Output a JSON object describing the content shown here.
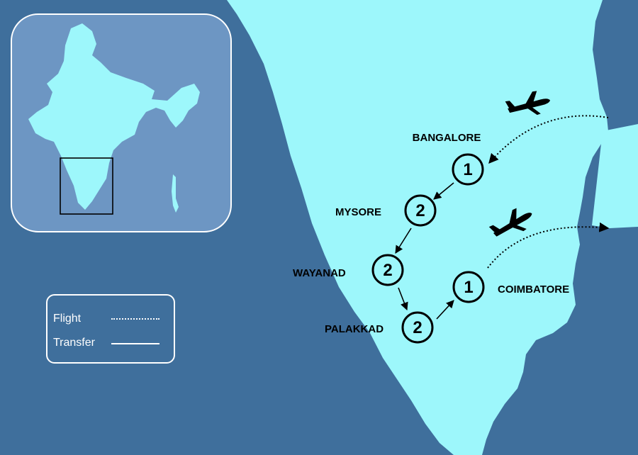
{
  "map": {
    "colors": {
      "sea": "#3f6f9c",
      "land": "#9df7fb",
      "inset_panel": "#6d96c3",
      "route": "#000000",
      "legend_text": "#ffffff"
    },
    "inset": {
      "description_icon": "india-outline-icon",
      "highlight": "south-india-box"
    },
    "stops": [
      {
        "city": "BANGALORE",
        "nights": "1"
      },
      {
        "city": "MYSORE",
        "nights": "2"
      },
      {
        "city": "WAYANAD",
        "nights": "2"
      },
      {
        "city": "PALAKKAD",
        "nights": "2"
      },
      {
        "city": "COIMBATORE",
        "nights": "1"
      }
    ],
    "icons": [
      "airplane-arrival-icon",
      "airplane-departure-icon"
    ]
  },
  "legend": {
    "flight_label": "Flight",
    "transfer_label": "Transfer"
  }
}
